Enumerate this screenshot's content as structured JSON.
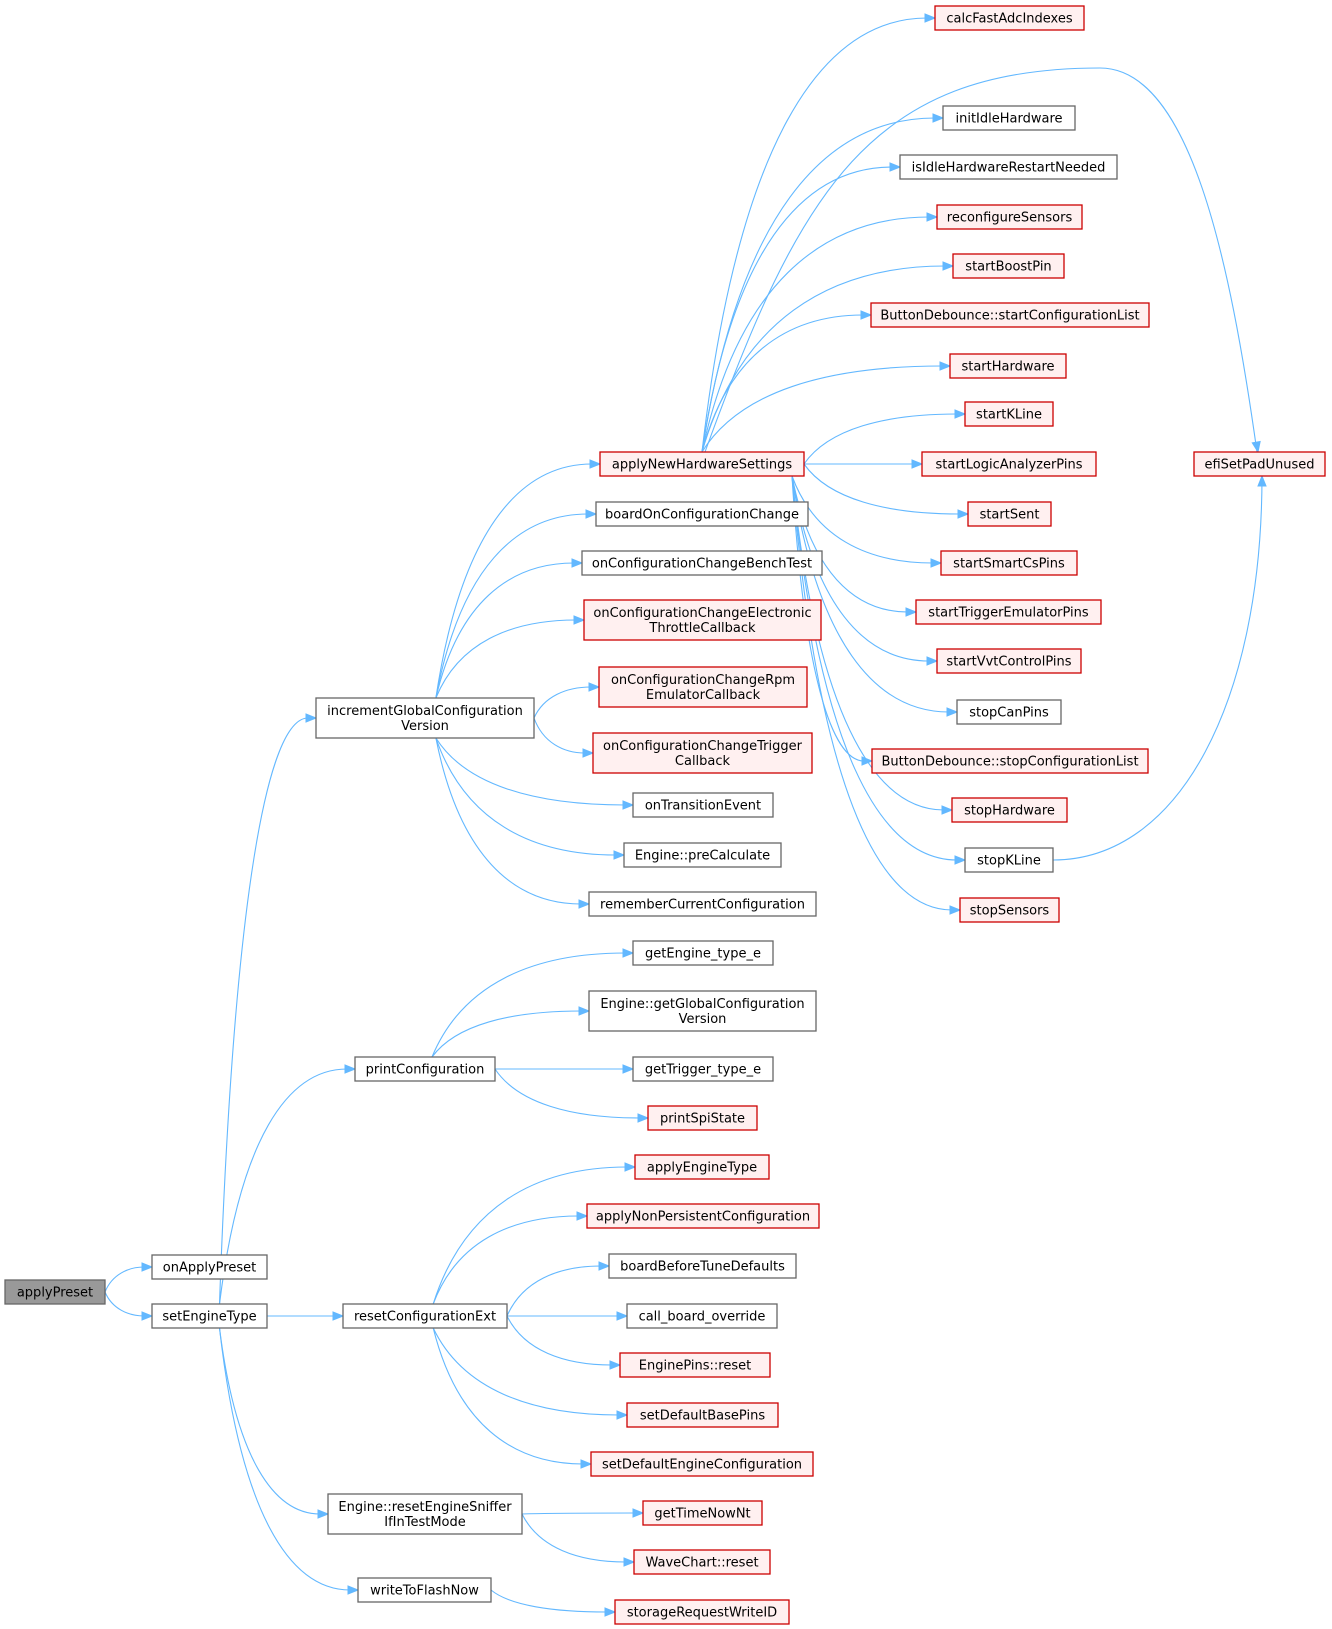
{
  "diagram": {
    "type": "call-graph",
    "nodes": [
      {
        "id": "applyPreset",
        "lines": [
          "applyPreset"
        ],
        "style": "root"
      },
      {
        "id": "onApplyPreset",
        "lines": [
          "onApplyPreset"
        ],
        "style": "plain"
      },
      {
        "id": "setEngineType",
        "lines": [
          "setEngineType"
        ],
        "style": "plain"
      },
      {
        "id": "incrementGlobalConfigurationVersion",
        "lines": [
          "incrementGlobalConfiguration",
          "Version"
        ],
        "style": "plain"
      },
      {
        "id": "printConfiguration",
        "lines": [
          "printConfiguration"
        ],
        "style": "plain"
      },
      {
        "id": "resetConfigurationExt",
        "lines": [
          "resetConfigurationExt"
        ],
        "style": "plain"
      },
      {
        "id": "resetEngineSnifferIfInTestMode",
        "lines": [
          "Engine::resetEngineSniffer",
          "IfInTestMode"
        ],
        "style": "plain"
      },
      {
        "id": "writeToFlashNow",
        "lines": [
          "writeToFlashNow"
        ],
        "style": "plain"
      },
      {
        "id": "applyNewHardwareSettings",
        "lines": [
          "applyNewHardwareSettings"
        ],
        "style": "red"
      },
      {
        "id": "boardOnConfigurationChange",
        "lines": [
          "boardOnConfigurationChange"
        ],
        "style": "plain"
      },
      {
        "id": "onConfigurationChangeBenchTest",
        "lines": [
          "onConfigurationChangeBenchTest"
        ],
        "style": "plain"
      },
      {
        "id": "onConfigurationChangeElectronicThrottleCallback",
        "lines": [
          "onConfigurationChangeElectronic",
          "ThrottleCallback"
        ],
        "style": "red"
      },
      {
        "id": "onConfigurationChangeRpmEmulatorCallback",
        "lines": [
          "onConfigurationChangeRpm",
          "EmulatorCallback"
        ],
        "style": "red"
      },
      {
        "id": "onConfigurationChangeTriggerCallback",
        "lines": [
          "onConfigurationChangeTrigger",
          "Callback"
        ],
        "style": "red"
      },
      {
        "id": "onTransitionEvent",
        "lines": [
          "onTransitionEvent"
        ],
        "style": "plain"
      },
      {
        "id": "preCalculate",
        "lines": [
          "Engine::preCalculate"
        ],
        "style": "plain"
      },
      {
        "id": "rememberCurrentConfiguration",
        "lines": [
          "rememberCurrentConfiguration"
        ],
        "style": "plain"
      },
      {
        "id": "getEngine_type_e",
        "lines": [
          "getEngine_type_e"
        ],
        "style": "plain"
      },
      {
        "id": "getGlobalConfigurationVersion",
        "lines": [
          "Engine::getGlobalConfiguration",
          "Version"
        ],
        "style": "plain"
      },
      {
        "id": "getTrigger_type_e",
        "lines": [
          "getTrigger_type_e"
        ],
        "style": "plain"
      },
      {
        "id": "printSpiState",
        "lines": [
          "printSpiState"
        ],
        "style": "red"
      },
      {
        "id": "applyEngineType",
        "lines": [
          "applyEngineType"
        ],
        "style": "red"
      },
      {
        "id": "applyNonPersistentConfiguration",
        "lines": [
          "applyNonPersistentConfiguration"
        ],
        "style": "red"
      },
      {
        "id": "boardBeforeTuneDefaults",
        "lines": [
          "boardBeforeTuneDefaults"
        ],
        "style": "plain"
      },
      {
        "id": "call_board_override",
        "lines": [
          "call_board_override"
        ],
        "style": "plain"
      },
      {
        "id": "EnginePinsReset",
        "lines": [
          "EnginePins::reset"
        ],
        "style": "red"
      },
      {
        "id": "setDefaultBasePins",
        "lines": [
          "setDefaultBasePins"
        ],
        "style": "red"
      },
      {
        "id": "setDefaultEngineConfiguration",
        "lines": [
          "setDefaultEngineConfiguration"
        ],
        "style": "red"
      },
      {
        "id": "getTimeNowNt",
        "lines": [
          "getTimeNowNt"
        ],
        "style": "red"
      },
      {
        "id": "WaveChartReset",
        "lines": [
          "WaveChart::reset"
        ],
        "style": "red"
      },
      {
        "id": "storageRequestWriteID",
        "lines": [
          "storageRequestWriteID"
        ],
        "style": "red"
      },
      {
        "id": "calcFastAdcIndexes",
        "lines": [
          "calcFastAdcIndexes"
        ],
        "style": "red"
      },
      {
        "id": "initIdleHardware",
        "lines": [
          "initIdleHardware"
        ],
        "style": "plain"
      },
      {
        "id": "isIdleHardwareRestartNeeded",
        "lines": [
          "isIdleHardwareRestartNeeded"
        ],
        "style": "plain"
      },
      {
        "id": "reconfigureSensors",
        "lines": [
          "reconfigureSensors"
        ],
        "style": "red"
      },
      {
        "id": "startBoostPin",
        "lines": [
          "startBoostPin"
        ],
        "style": "red"
      },
      {
        "id": "startConfigurationList",
        "lines": [
          "ButtonDebounce::startConfigurationList"
        ],
        "style": "red"
      },
      {
        "id": "startHardware",
        "lines": [
          "startHardware"
        ],
        "style": "red"
      },
      {
        "id": "startKLine",
        "lines": [
          "startKLine"
        ],
        "style": "red"
      },
      {
        "id": "startLogicAnalyzerPins",
        "lines": [
          "startLogicAnalyzerPins"
        ],
        "style": "red"
      },
      {
        "id": "startSent",
        "lines": [
          "startSent"
        ],
        "style": "red"
      },
      {
        "id": "startSmartCsPins",
        "lines": [
          "startSmartCsPins"
        ],
        "style": "red"
      },
      {
        "id": "startTriggerEmulatorPins",
        "lines": [
          "startTriggerEmulatorPins"
        ],
        "style": "red"
      },
      {
        "id": "startVvtControlPins",
        "lines": [
          "startVvtControlPins"
        ],
        "style": "red"
      },
      {
        "id": "stopCanPins",
        "lines": [
          "stopCanPins"
        ],
        "style": "plain"
      },
      {
        "id": "stopConfigurationList",
        "lines": [
          "ButtonDebounce::stopConfigurationList"
        ],
        "style": "red"
      },
      {
        "id": "stopHardware",
        "lines": [
          "stopHardware"
        ],
        "style": "red"
      },
      {
        "id": "stopKLine",
        "lines": [
          "stopKLine"
        ],
        "style": "plain"
      },
      {
        "id": "stopSensors",
        "lines": [
          "stopSensors"
        ],
        "style": "red"
      },
      {
        "id": "efiSetPadUnused",
        "lines": [
          "efiSetPadUnused"
        ],
        "style": "red"
      }
    ],
    "edges": [
      [
        "applyPreset",
        "onApplyPreset"
      ],
      [
        "applyPreset",
        "setEngineType"
      ],
      [
        "setEngineType",
        "incrementGlobalConfigurationVersion"
      ],
      [
        "setEngineType",
        "printConfiguration"
      ],
      [
        "setEngineType",
        "resetConfigurationExt"
      ],
      [
        "setEngineType",
        "resetEngineSnifferIfInTestMode"
      ],
      [
        "setEngineType",
        "writeToFlashNow"
      ],
      [
        "incrementGlobalConfigurationVersion",
        "applyNewHardwareSettings"
      ],
      [
        "incrementGlobalConfigurationVersion",
        "boardOnConfigurationChange"
      ],
      [
        "incrementGlobalConfigurationVersion",
        "onConfigurationChangeBenchTest"
      ],
      [
        "incrementGlobalConfigurationVersion",
        "onConfigurationChangeElectronicThrottleCallback"
      ],
      [
        "incrementGlobalConfigurationVersion",
        "onConfigurationChangeRpmEmulatorCallback"
      ],
      [
        "incrementGlobalConfigurationVersion",
        "onConfigurationChangeTriggerCallback"
      ],
      [
        "incrementGlobalConfigurationVersion",
        "onTransitionEvent"
      ],
      [
        "incrementGlobalConfigurationVersion",
        "preCalculate"
      ],
      [
        "incrementGlobalConfigurationVersion",
        "rememberCurrentConfiguration"
      ],
      [
        "printConfiguration",
        "getEngine_type_e"
      ],
      [
        "printConfiguration",
        "getGlobalConfigurationVersion"
      ],
      [
        "printConfiguration",
        "getTrigger_type_e"
      ],
      [
        "printConfiguration",
        "printSpiState"
      ],
      [
        "resetConfigurationExt",
        "applyEngineType"
      ],
      [
        "resetConfigurationExt",
        "applyNonPersistentConfiguration"
      ],
      [
        "resetConfigurationExt",
        "boardBeforeTuneDefaults"
      ],
      [
        "resetConfigurationExt",
        "call_board_override"
      ],
      [
        "resetConfigurationExt",
        "EnginePinsReset"
      ],
      [
        "resetConfigurationExt",
        "setDefaultBasePins"
      ],
      [
        "resetConfigurationExt",
        "setDefaultEngineConfiguration"
      ],
      [
        "resetEngineSnifferIfInTestMode",
        "getTimeNowNt"
      ],
      [
        "resetEngineSnifferIfInTestMode",
        "WaveChartReset"
      ],
      [
        "writeToFlashNow",
        "storageRequestWriteID"
      ],
      [
        "applyNewHardwareSettings",
        "calcFastAdcIndexes"
      ],
      [
        "applyNewHardwareSettings",
        "efiSetPadUnused"
      ],
      [
        "applyNewHardwareSettings",
        "initIdleHardware"
      ],
      [
        "applyNewHardwareSettings",
        "isIdleHardwareRestartNeeded"
      ],
      [
        "applyNewHardwareSettings",
        "reconfigureSensors"
      ],
      [
        "applyNewHardwareSettings",
        "startBoostPin"
      ],
      [
        "applyNewHardwareSettings",
        "startConfigurationList"
      ],
      [
        "applyNewHardwareSettings",
        "startHardware"
      ],
      [
        "applyNewHardwareSettings",
        "startKLine"
      ],
      [
        "applyNewHardwareSettings",
        "startLogicAnalyzerPins"
      ],
      [
        "applyNewHardwareSettings",
        "startSent"
      ],
      [
        "applyNewHardwareSettings",
        "startSmartCsPins"
      ],
      [
        "applyNewHardwareSettings",
        "startTriggerEmulatorPins"
      ],
      [
        "applyNewHardwareSettings",
        "startVvtControlPins"
      ],
      [
        "applyNewHardwareSettings",
        "stopCanPins"
      ],
      [
        "applyNewHardwareSettings",
        "stopConfigurationList"
      ],
      [
        "applyNewHardwareSettings",
        "stopHardware"
      ],
      [
        "applyNewHardwareSettings",
        "stopKLine"
      ],
      [
        "applyNewHardwareSettings",
        "stopSensors"
      ],
      [
        "stopKLine",
        "efiSetPadUnused"
      ]
    ],
    "colors": {
      "edge": "#63b8ff",
      "root_fill": "#999999",
      "root_border": "#666666",
      "plain_fill": "#ffffff",
      "plain_border": "#666666",
      "red_fill": "#fff0f0",
      "red_border": "#cc0000"
    }
  }
}
